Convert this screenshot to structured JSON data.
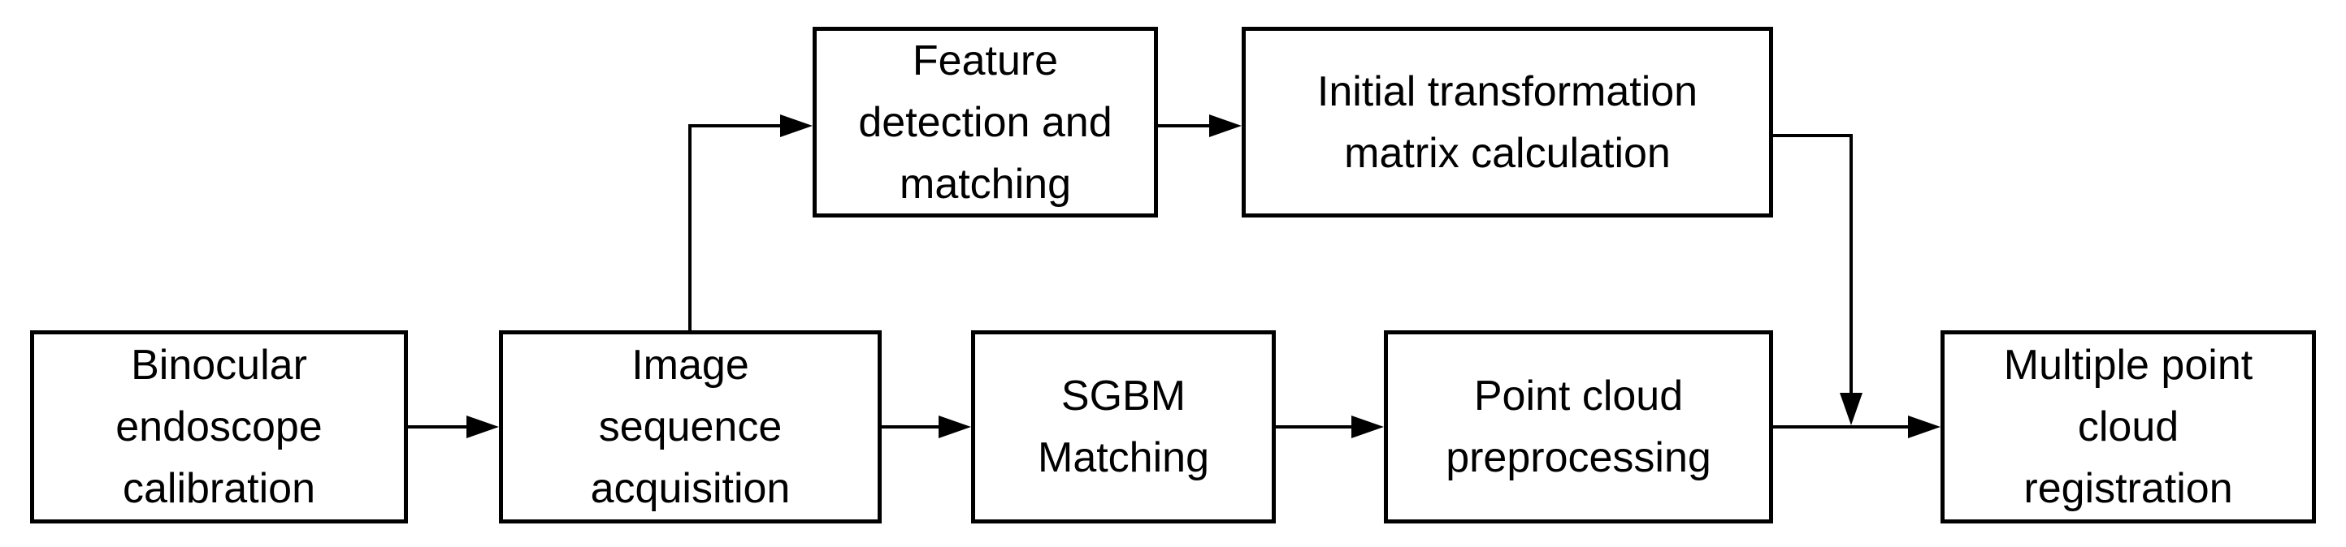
{
  "figure": {
    "type": "flowchart",
    "background_color": "#ffffff",
    "box_border_color": "#000000",
    "arrow_color": "#000000",
    "text_color": "#000000",
    "nodes": {
      "binocular": {
        "label": "Binocular endoscope calibration",
        "lines": [
          "Binocular",
          "endoscope",
          "calibration"
        ]
      },
      "image": {
        "label": "Image sequence acquisition",
        "lines": [
          "Image",
          "sequence",
          "acquisition"
        ]
      },
      "sgbm": {
        "label": "SGBM Matching",
        "lines": [
          "SGBM",
          "Matching"
        ]
      },
      "pointcloud": {
        "label": "Point cloud preprocessing",
        "lines": [
          "Point cloud",
          "preprocessing"
        ]
      },
      "multiple": {
        "label": "Multiple point cloud registration",
        "lines": [
          "Multiple point",
          "cloud",
          "registration"
        ]
      },
      "feature": {
        "label": "Feature detection and matching",
        "lines": [
          "Feature",
          "detection and",
          "matching"
        ]
      },
      "initial": {
        "label": "Initial transformation matrix calculation",
        "lines": [
          "Initial transformation",
          "matrix calculation"
        ]
      }
    },
    "edges": [
      {
        "from": "binocular",
        "to": "image",
        "type": "straight-arrow"
      },
      {
        "from": "image",
        "to": "sgbm",
        "type": "straight-arrow"
      },
      {
        "from": "sgbm",
        "to": "pointcloud",
        "type": "straight-arrow"
      },
      {
        "from": "pointcloud",
        "to": "multiple",
        "type": "straight-arrow"
      },
      {
        "from": "image",
        "to": "feature",
        "type": "elbow-up-arrow"
      },
      {
        "from": "feature",
        "to": "initial",
        "type": "straight-arrow"
      },
      {
        "from": "initial",
        "to": "multiple",
        "type": "elbow-down-arrow-joining-main-flow"
      }
    ]
  }
}
